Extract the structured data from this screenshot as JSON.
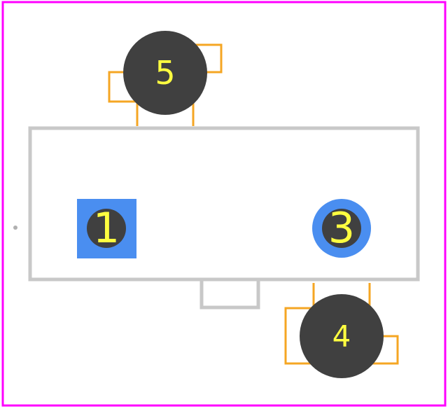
{
  "colors": {
    "board_outline": "#ff00ff",
    "silkscreen": "#c8c8c8",
    "pad_copper_orange": "#f5a623",
    "drill_hole": "#404040",
    "pad_blue": "#4a8ef0",
    "label_yellow": "#ffff40",
    "marker_gray": "#b0b0b0"
  },
  "pins": [
    {
      "id": "pin1",
      "label": "1",
      "pad_shape": "square"
    },
    {
      "id": "pin3",
      "label": "3",
      "pad_shape": "round"
    },
    {
      "id": "pin4",
      "label": "4",
      "pad_shape": "tab"
    },
    {
      "id": "pin5",
      "label": "5",
      "pad_shape": "tab"
    }
  ]
}
